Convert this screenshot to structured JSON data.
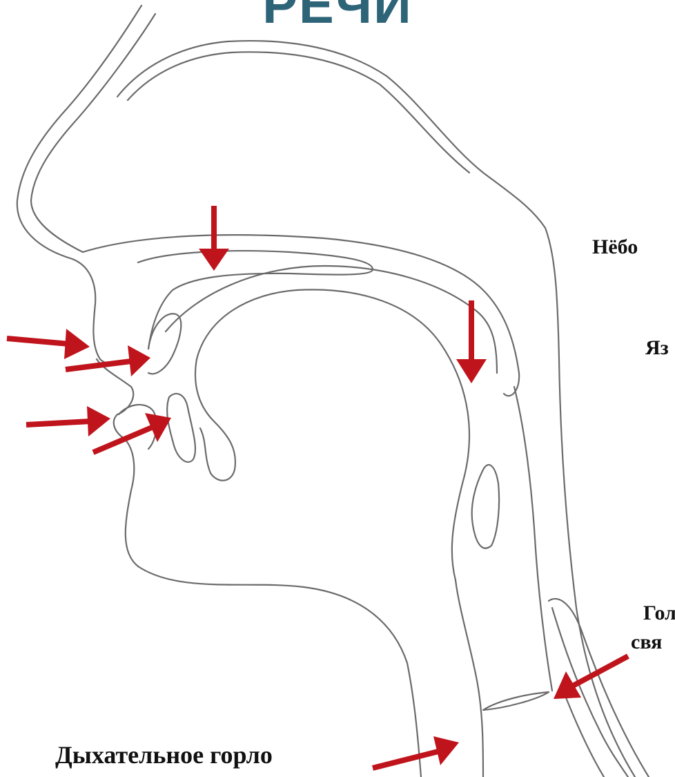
{
  "title": "РЕЧИ",
  "labels": {
    "palate": "Нёбо",
    "tongue": "Яз",
    "vocal_line1": "Гол",
    "vocal_line2": "свя",
    "trachea": "Дыхательное горло"
  },
  "colors": {
    "title": "#2e6478",
    "arrows": "#c0141c",
    "outline": "#6a6a6a"
  }
}
